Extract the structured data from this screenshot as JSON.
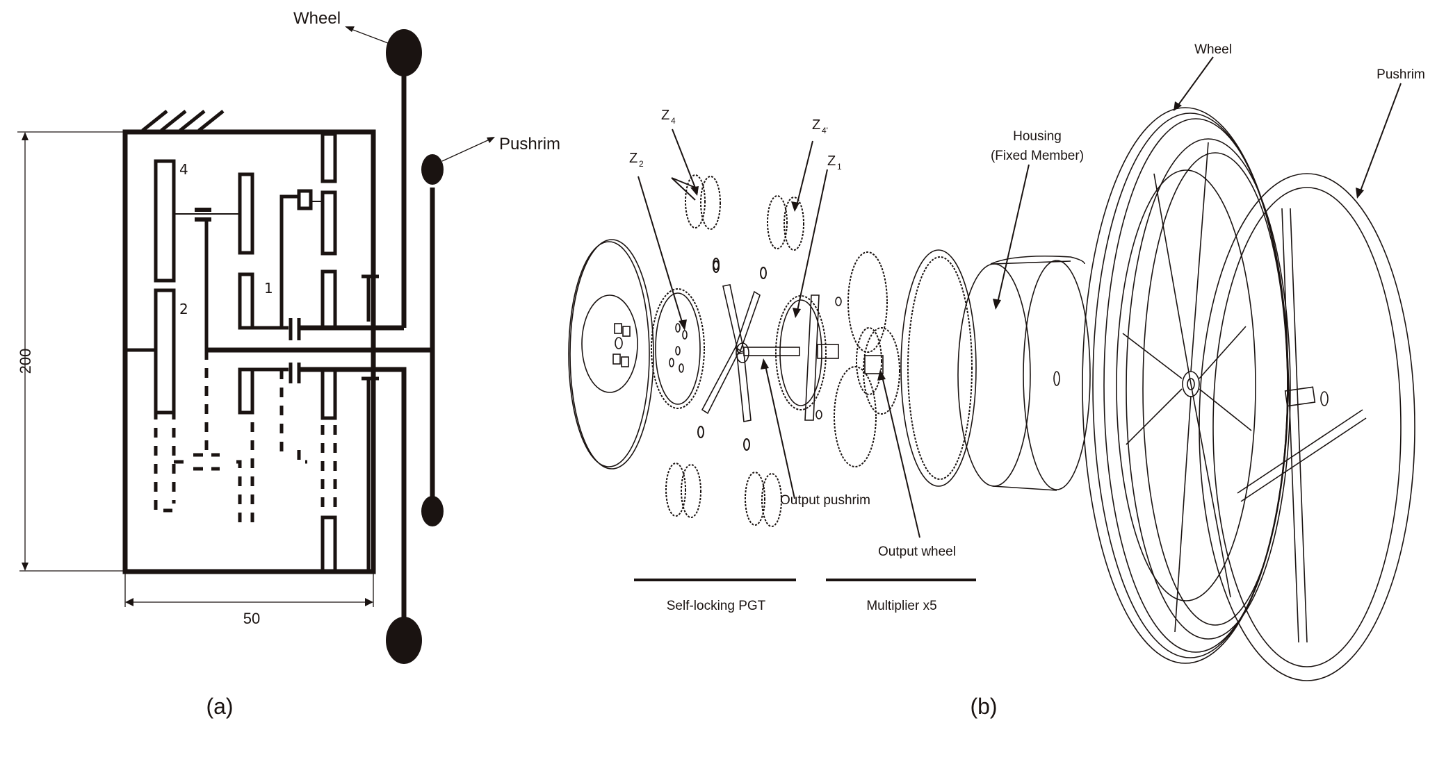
{
  "figure": {
    "panels": [
      {
        "id": "a",
        "caption": "(a)",
        "type": "kinematic-schematic",
        "labels": {
          "wheel": "Wheel",
          "pushrim": "Pushrim",
          "gear_4": "4",
          "gear_1": "1",
          "gear_2": "2"
        },
        "dimensions": {
          "height_label": "200",
          "width_label": "50"
        }
      },
      {
        "id": "b",
        "caption": "(b)",
        "type": "exploded-assembly",
        "labels": {
          "z4": {
            "base": "Z",
            "sub": "4"
          },
          "z4p": {
            "base": "Z",
            "sub": "4'"
          },
          "z2": {
            "base": "Z",
            "sub": "2"
          },
          "z1": {
            "base": "Z",
            "sub": "1"
          },
          "output_pushrim": "Output pushrim",
          "output_wheel": "Output wheel",
          "housing_line1": "Housing",
          "housing_line2": "(Fixed Member)",
          "wheel": "Wheel",
          "pushrim": "Pushrim"
        },
        "groups": [
          {
            "label": "Self-locking PGT"
          },
          {
            "label": "Multiplier x5"
          }
        ]
      }
    ]
  }
}
